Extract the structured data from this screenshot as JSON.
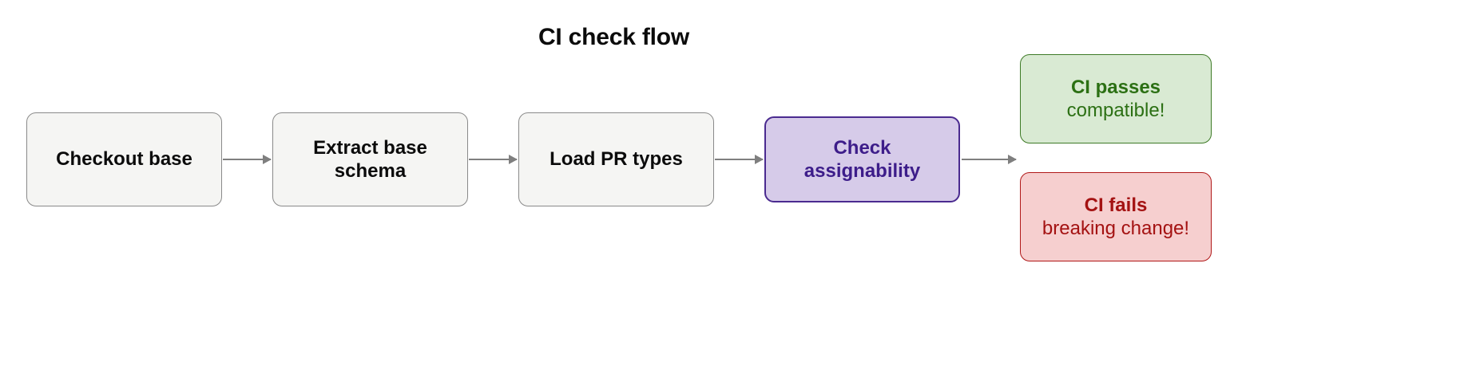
{
  "diagram": {
    "title": "CI check flow",
    "background": "#ffffff",
    "nodes": {
      "checkout": {
        "label": "Checkout base",
        "fill": "#f5f5f3",
        "border": "#8a8a8a",
        "text": "#0b0b0b"
      },
      "extract": {
        "line1": "Extract base",
        "line2": "schema",
        "fill": "#f5f5f3",
        "border": "#8a8a8a",
        "text": "#0b0b0b"
      },
      "loadpr": {
        "label": "Load PR types",
        "fill": "#f5f5f3",
        "border": "#8a8a8a",
        "text": "#0b0b0b"
      },
      "check": {
        "line1": "Check",
        "line2": "assignability",
        "fill": "#d6cbe9",
        "border": "#4a2a8f",
        "text": "#3d1d8a"
      },
      "pass": {
        "line1": "CI passes",
        "line2": "compatible!",
        "fill": "#d9ead3",
        "border": "#3d7a26",
        "text": "#2c7014"
      },
      "fail": {
        "line1": "CI fails",
        "line2": "breaking change!",
        "fill": "#f6cfcf",
        "border": "#b01818",
        "text": "#a41212"
      }
    },
    "edges": [
      {
        "from": "checkout",
        "to": "extract",
        "style": "arrow",
        "color": "#7f7f7f"
      },
      {
        "from": "extract",
        "to": "loadpr",
        "style": "arrow",
        "color": "#7f7f7f"
      },
      {
        "from": "loadpr",
        "to": "check",
        "style": "arrow",
        "color": "#7f7f7f"
      },
      {
        "from": "check",
        "to": "outcome",
        "style": "arrow",
        "color": "#7f7f7f"
      }
    ]
  }
}
